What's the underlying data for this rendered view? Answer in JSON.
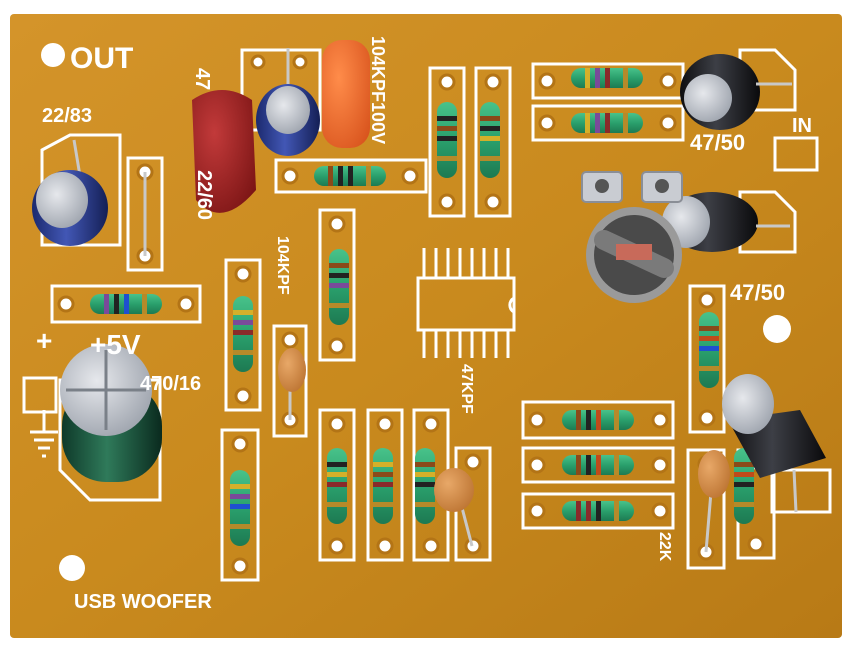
{
  "board": {
    "base_color": "#c98a1e",
    "silk_color": "#ffffff",
    "labels": {
      "out": "OUT",
      "cap_22_83": "22/83",
      "cap_47": "47",
      "cap_22_60": "22/60",
      "film_104": "104KPF100V",
      "in": "IN",
      "cap_47_50_a": "47/50",
      "cap_47_50_b": "47/50",
      "power": "+5V",
      "plus": "+",
      "cap_470_16": "470/16",
      "cer_104": "104KPF",
      "cer_47": "47KPF",
      "res_22k": "22K",
      "board_name": "USB WOOFER"
    }
  }
}
